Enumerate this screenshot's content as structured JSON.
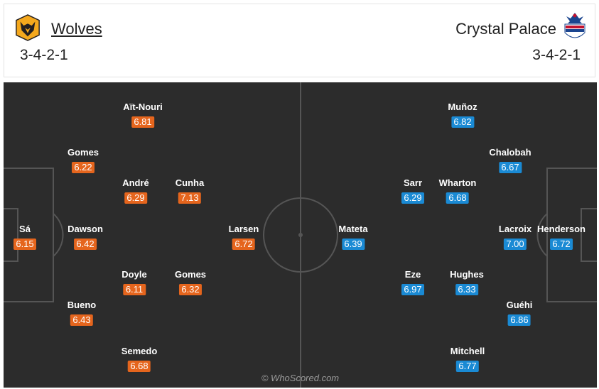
{
  "header": {
    "home": {
      "name": "Wolves",
      "formation": "3-4-2-1",
      "badge_icon": "wolves-crest-icon",
      "badge_color": "#f4a81d"
    },
    "away": {
      "name": "Crystal Palace",
      "formation": "3-4-2-1",
      "badge_icon": "crystal-palace-eagle-icon"
    }
  },
  "pitch": {
    "colors": {
      "background": "#2c2c2c",
      "lines": "#555555",
      "home_rating": "#e5651d",
      "away_rating": "#1a8ad4"
    },
    "home_players": [
      {
        "name": "Aït-Nouri",
        "rating": "6.81"
      },
      {
        "name": "Gomes",
        "rating": "6.22"
      },
      {
        "name": "André",
        "rating": "6.29"
      },
      {
        "name": "Cunha",
        "rating": "7.13"
      },
      {
        "name": "Sá",
        "rating": "6.15"
      },
      {
        "name": "Dawson",
        "rating": "6.42"
      },
      {
        "name": "Larsen",
        "rating": "6.72"
      },
      {
        "name": "Doyle",
        "rating": "6.11"
      },
      {
        "name": "Gomes",
        "rating": "6.32"
      },
      {
        "name": "Bueno",
        "rating": "6.43"
      },
      {
        "name": "Semedo",
        "rating": "6.68"
      }
    ],
    "away_players": [
      {
        "name": "Muñoz",
        "rating": "6.82"
      },
      {
        "name": "Chalobah",
        "rating": "6.67"
      },
      {
        "name": "Sarr",
        "rating": "6.29"
      },
      {
        "name": "Wharton",
        "rating": "6.68"
      },
      {
        "name": "Mateta",
        "rating": "6.39"
      },
      {
        "name": "Lacroix",
        "rating": "7.00"
      },
      {
        "name": "Henderson",
        "rating": "6.72"
      },
      {
        "name": "Eze",
        "rating": "6.97"
      },
      {
        "name": "Hughes",
        "rating": "6.33"
      },
      {
        "name": "Guéhi",
        "rating": "6.86"
      },
      {
        "name": "Mitchell",
        "rating": "6.77"
      }
    ],
    "watermark": "© WhoScored.com"
  }
}
